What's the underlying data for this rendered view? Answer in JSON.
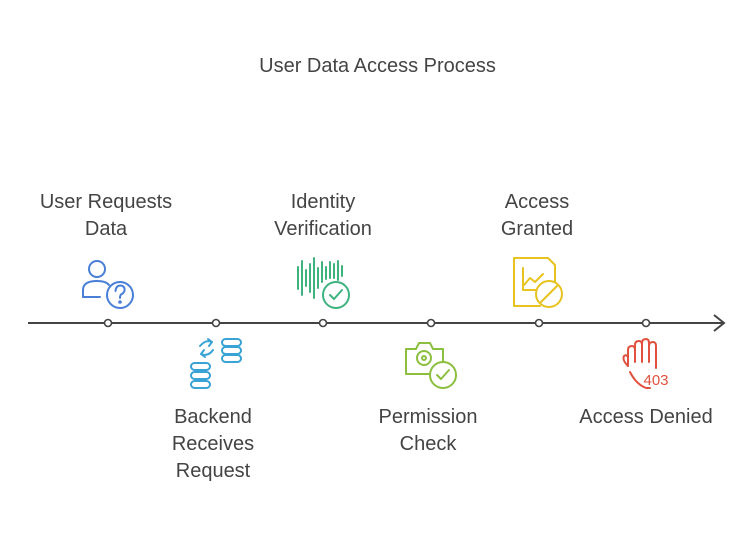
{
  "title": "User Data Access Process",
  "steps": [
    {
      "lines": [
        "User Requests",
        "Data"
      ],
      "icon": "user-question-icon",
      "color": "#4a7fd8",
      "position": "above"
    },
    {
      "lines": [
        "Backend",
        "Receives",
        "Request"
      ],
      "icon": "database-transfer-icon",
      "color": "#3aa3d6",
      "position": "below"
    },
    {
      "lines": [
        "Identity",
        "Verification"
      ],
      "icon": "voiceprint-check-icon",
      "color": "#3fb37f",
      "position": "above"
    },
    {
      "lines": [
        "Permission",
        "Check"
      ],
      "icon": "camera-check-icon",
      "color": "#8cbf3f",
      "position": "below"
    },
    {
      "lines": [
        "Access",
        "Granted"
      ],
      "icon": "document-chart-blocked-icon",
      "color": "#e8c21e",
      "position": "above"
    },
    {
      "lines": [
        "Access Denied"
      ],
      "icon": "hand-403-icon",
      "color": "#e0523f",
      "position": "below"
    }
  ],
  "denied_code": "403",
  "timeline_color": "#444444"
}
